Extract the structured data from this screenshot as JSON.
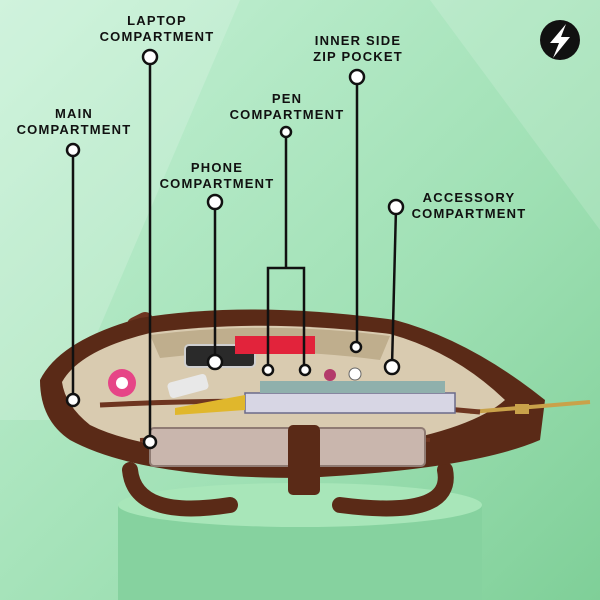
{
  "background": {
    "light": "#c6f1d6",
    "mid": "#9fe0b4",
    "dark": "#7fcf98",
    "podium_top": "#a8e6b9",
    "podium_side": "#86d29f"
  },
  "bag": {
    "leather": "#5a2a17",
    "leather_light": "#7a3d22",
    "lining": "#d9cbb0",
    "lining_dark": "#bfae8d",
    "zipper": "#c9a24a"
  },
  "callouts": [
    {
      "id": "laptop",
      "lines": [
        "LAPTOP",
        "COMPARTMENT"
      ]
    },
    {
      "id": "inner-zip",
      "lines": [
        "INNER SIDE",
        "ZIP POCKET"
      ]
    },
    {
      "id": "main",
      "lines": [
        "MAIN",
        "COMPARTMENT"
      ]
    },
    {
      "id": "pen",
      "lines": [
        "PEN",
        "COMPARTMENT"
      ]
    },
    {
      "id": "phone",
      "lines": [
        "PHONE",
        "COMPARTMENT"
      ]
    },
    {
      "id": "accessory",
      "lines": [
        "ACCESSORY",
        "COMPARTMENT"
      ]
    }
  ],
  "logo_icon": "lightning-bolt-badge-icon"
}
